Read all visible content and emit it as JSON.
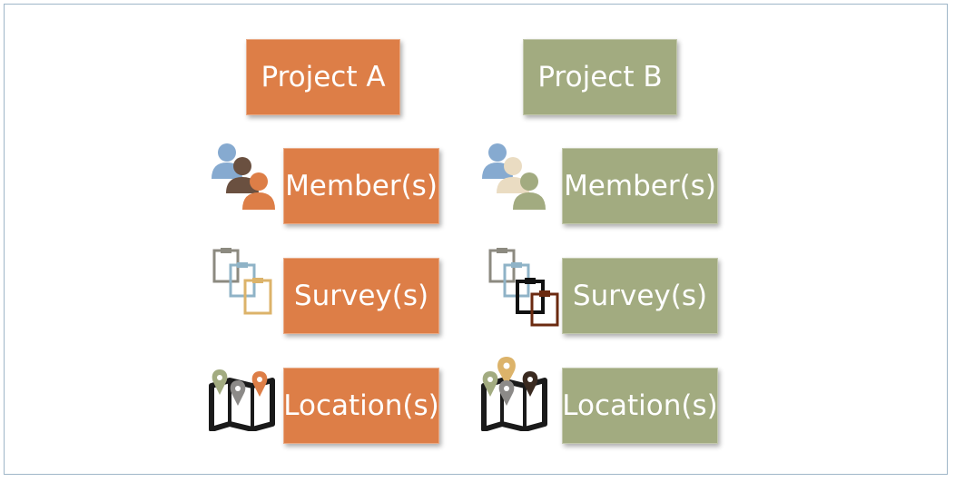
{
  "columns": [
    {
      "title": "Project A",
      "color": "#dd7e47",
      "items": [
        {
          "label": "Member(s)",
          "icon": "members-icon"
        },
        {
          "label": "Survey(s)",
          "icon": "surveys-icon"
        },
        {
          "label": "Location(s)",
          "icon": "locations-icon"
        }
      ]
    },
    {
      "title": "Project B",
      "color": "#a2ab80",
      "items": [
        {
          "label": "Member(s)",
          "icon": "members-icon"
        },
        {
          "label": "Survey(s)",
          "icon": "surveys-icon"
        },
        {
          "label": "Location(s)",
          "icon": "locations-icon"
        }
      ]
    }
  ]
}
